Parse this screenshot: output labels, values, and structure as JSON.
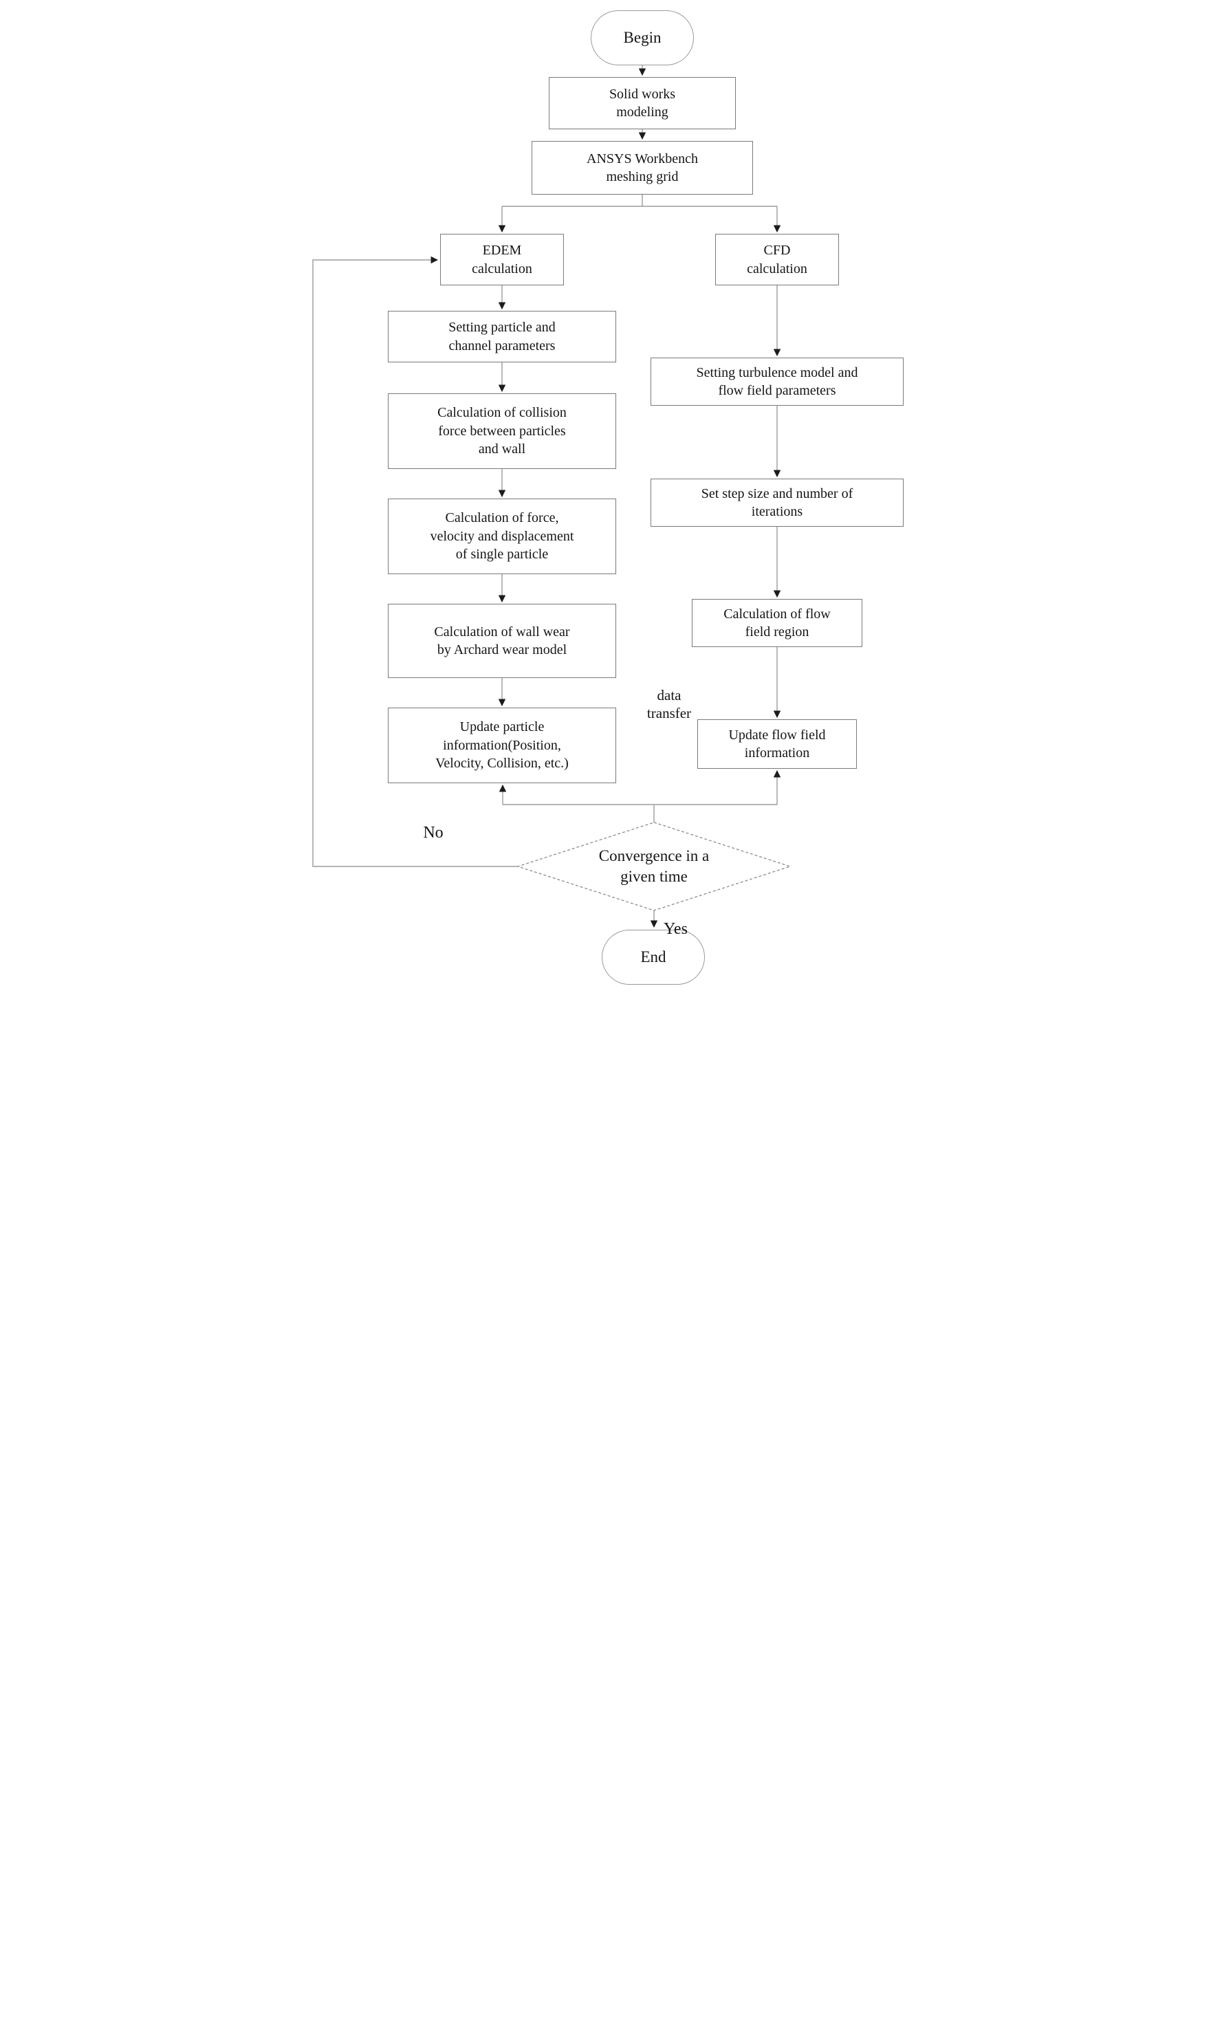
{
  "diagram": {
    "nodes": {
      "begin": {
        "label": "Begin",
        "shape": "terminator"
      },
      "solidworks": {
        "label": "Solid works modeling",
        "shape": "process"
      },
      "ansys": {
        "label": "ANSYS Workbench meshing grid",
        "shape": "process"
      },
      "edem": {
        "label": "EDEM calculation",
        "shape": "process"
      },
      "cfd": {
        "label": "CFD calculation",
        "shape": "process"
      },
      "setting_particle": {
        "label": "Setting particle and channel parameters",
        "shape": "process"
      },
      "collision": {
        "label": "Calculation of collision force between particles and wall",
        "shape": "process"
      },
      "force_velocity": {
        "label": "Calculation of force, velocity and displacement of single particle",
        "shape": "process"
      },
      "archard": {
        "label": "Calculation of wall wear by Archard wear model",
        "shape": "process"
      },
      "update_particle": {
        "label": "Update particle information(Position, Velocity, Collision, etc.)",
        "shape": "process"
      },
      "setting_turbulence": {
        "label": "Setting turbulence model and flow field parameters",
        "shape": "process"
      },
      "set_step": {
        "label": "Set step size and number of iterations",
        "shape": "process"
      },
      "calc_flow": {
        "label": "Calculation of flow field region",
        "shape": "process"
      },
      "update_flow": {
        "label": "Update flow field information",
        "shape": "process"
      },
      "convergence": {
        "label": "Convergence in a given time",
        "shape": "decision"
      },
      "end": {
        "label": "End",
        "shape": "terminator"
      }
    },
    "edge_labels": {
      "no": "No",
      "yes": "Yes",
      "data_transfer": "data transfer"
    },
    "colors": {
      "background": "#ffffff",
      "box_border": "#7a7a7a",
      "terminator_border": "#9a9a9a",
      "diamond_border": "#8c8c8c",
      "connector_line": "#9b9b9b",
      "arrowhead": "#1c1c1c",
      "text": "#151515"
    }
  }
}
